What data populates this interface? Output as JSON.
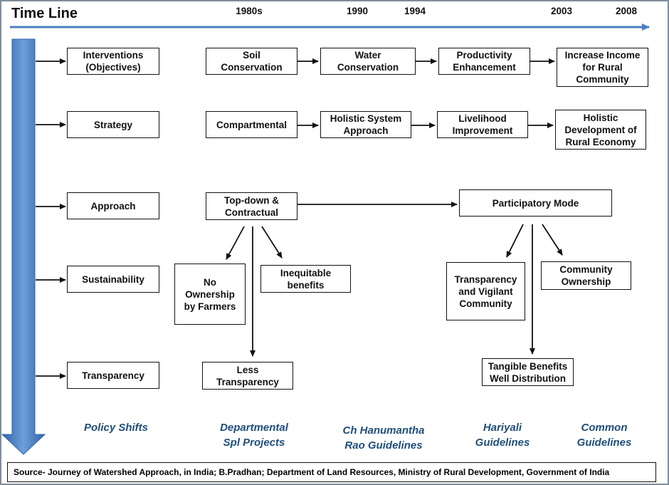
{
  "timeline": {
    "title": "Time Line",
    "years": [
      "1980s",
      "1990",
      "1994",
      "2003",
      "2008"
    ]
  },
  "categories": {
    "interventions": "Interventions\n(Objectives)",
    "strategy": "Strategy",
    "approach": "Approach",
    "sustainability": "Sustainability",
    "transparency": "Transparency"
  },
  "interventions_row": [
    "Soil\nConservation",
    "Water\nConservation",
    "Productivity\nEnhancement",
    "Increase Income\nfor Rural\nCommunity"
  ],
  "strategy_row": [
    "Compartmental",
    "Holistic System\nApproach",
    "Livelihood\nImprovement",
    "Holistic\nDevelopment of\nRural Economy"
  ],
  "approach_row": {
    "topdown": "Top-down &\nContractual",
    "participatory": "Participatory Mode"
  },
  "sustainability_row": {
    "no_ownership": "No\nOwnership\nby Farmers",
    "inequitable": "Inequitable\nbenefits",
    "transparency_vigilant": "Transparency\nand Vigilant\nCommunity",
    "community_ownership": "Community\nOwnership"
  },
  "transparency_row": {
    "less": "Less\nTransparency",
    "tangible": "Tangible Benefits\nWell Distribution"
  },
  "phases": [
    "Policy Shifts",
    "Departmental\nSpl Projects",
    "Ch Hanumantha\nRao Guidelines",
    "Hariyali\nGuidelines",
    "Common\nGuidelines"
  ],
  "source": "Source- Journey of Watershed Approach, in India; B.Pradhan; Department of Land Resources, Ministry of Rural Development, Government of India",
  "colors": {
    "timeline_arrow": "#4a7fc1",
    "phase_text": "#1f4e79"
  }
}
